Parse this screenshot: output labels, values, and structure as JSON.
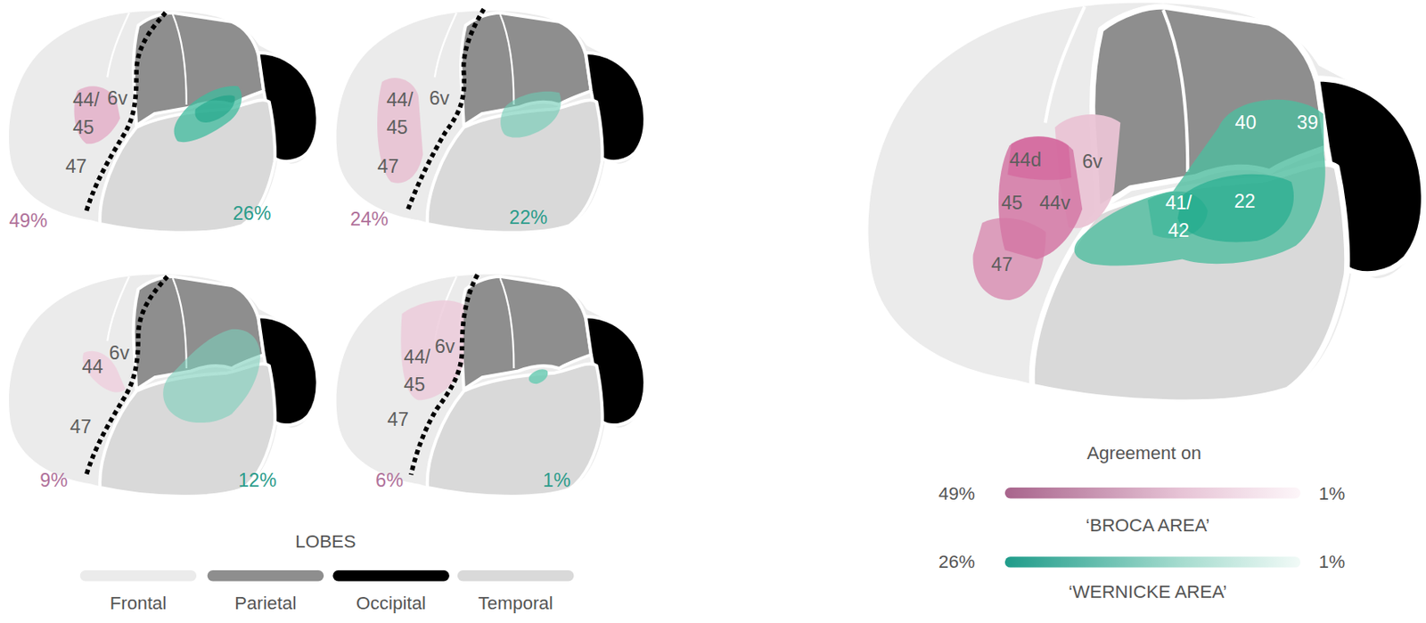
{
  "diagram": {
    "labels": [
      "44/ 45",
      "6v",
      "47",
      "49%",
      "26%",
      "44/ 45",
      "6v",
      "47",
      "24%",
      "22%",
      "44",
      "6v",
      "47",
      "9%",
      "12%",
      "44/ 45",
      "6v",
      "47",
      "6%",
      "1%",
      "44d",
      "6v",
      "45",
      "44v",
      "47",
      "40",
      "39",
      "41/ 42",
      "22",
      "LOBES",
      "Agreement on",
      "49%",
      "1%",
      "26%",
      "1%"
    ],
    "legend": [
      {
        "text": "Frontal",
        "color": "#ebebeb"
      },
      {
        "text": "Parietal",
        "color": "#8e8e8e"
      },
      {
        "text": "Occipital",
        "color": "#000000"
      },
      {
        "text": "Temporal",
        "color": "#d9d9d9"
      },
      {
        "text": "‘BROCA AREA’"
      },
      {
        "text": "‘WERNICKE AREA’"
      }
    ]
  }
}
